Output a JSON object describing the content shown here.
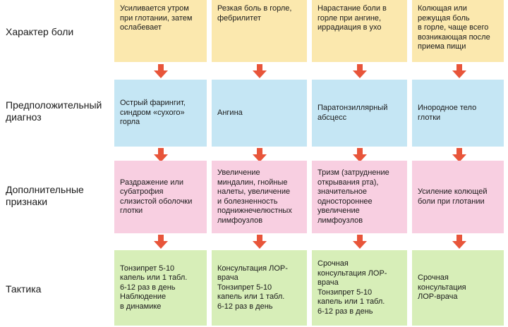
{
  "rows": [
    {
      "label": "Характер боли",
      "cells": [
        "Усиливается утром\nпри глотании, затем\nослабевает",
        "Резкая боль в горле,\nфебрилитет",
        "Нарастание боли в\nгорле при ангине,\nиррадиация  в ухо",
        "Колющая или\nрежущая боль\nв горле, чаще всего\nвозникающая после\nприема пищи"
      ]
    },
    {
      "label": "Предположительный\nдиагноз",
      "cells": [
        "Острый фарингит,\nсиндром «сухого»\nгорла",
        "Ангина",
        "Паратонзиллярный\nабсцесс",
        "Инородное тело\nглотки"
      ]
    },
    {
      "label": "Дополнительные\nпризнаки",
      "cells": [
        "Раздражение или\nсубатрофия\nслизистой оболочки\nглотки",
        "Увеличение\nминдалин, гнойные\nналеты, увеличение\nи болезненность\nподнижнечелюстных\nлимфоузлов",
        "Тризм (затруднение\nоткрывания рта),\nзначительное\nодностороннее\nувеличение\nлимфоузлов",
        "Усиление колющей\nболи при глотании"
      ]
    },
    {
      "label": "Тактика",
      "cells": [
        "Тонзипрет 5-10\nкапель или 1 табл.\n6-12 раз в день\nНаблюдение\nв динамике",
        "Консультация ЛОР-\nврача\nТонзипрет 5-10\nкапель или 1 табл.\n6-12 раз в день",
        "Срочная\nконсультация ЛОР-\nврача\nТонзипрет 5-10\nкапель или 1 табл.\n6-12 раз в день",
        "Срочная\nконсультация\nЛОР-врача"
      ]
    }
  ],
  "colors": {
    "row_0": "#fbe8ae",
    "row_1": "#c5e6f4",
    "row_2": "#f8cfe1",
    "row_3": "#d7eeb8",
    "arrow": "#e8553a"
  }
}
